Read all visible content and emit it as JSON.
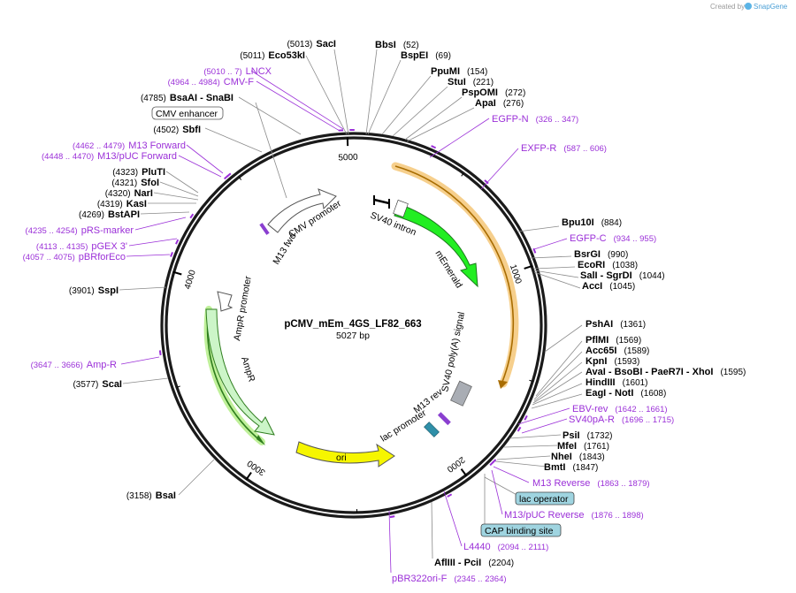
{
  "branding": {
    "created_by": "Created by",
    "product": "SnapGene"
  },
  "plasmid": {
    "name": "pCMV_mEm_4GS_LF82_663",
    "size_label": "5027 bp",
    "total_bp": 5027
  },
  "ticks": [
    {
      "label": "1000",
      "bp": 1000
    },
    {
      "label": "2000",
      "bp": 2000
    },
    {
      "label": "3000",
      "bp": 3000
    },
    {
      "label": "4000",
      "bp": 4000
    },
    {
      "label": "5000",
      "bp": 5000
    }
  ],
  "sites": [
    {
      "name": "SacI",
      "pos": "(5013)"
    },
    {
      "name": "Eco53kI",
      "pos": "(5011)"
    },
    {
      "name": "BsaAI - SnaBI",
      "pos": "(4785)"
    },
    {
      "name": "SbfI",
      "pos": "(4502)"
    },
    {
      "name": "PluTI",
      "pos": "(4323)"
    },
    {
      "name": "SfoI",
      "pos": "(4321)"
    },
    {
      "name": "NarI",
      "pos": "(4320)"
    },
    {
      "name": "KasI",
      "pos": "(4319)"
    },
    {
      "name": "BstAPI",
      "pos": "(4269)"
    },
    {
      "name": "SspI",
      "pos": "(3901)"
    },
    {
      "name": "ScaI",
      "pos": "(3577)"
    },
    {
      "name": "BsaI",
      "pos": "(3158)"
    },
    {
      "name": "BbsI",
      "pos": "(52)"
    },
    {
      "name": "BspEI",
      "pos": "(69)"
    },
    {
      "name": "PpuMI",
      "pos": "(154)"
    },
    {
      "name": "StuI",
      "pos": "(221)"
    },
    {
      "name": "PspOMI",
      "pos": "(272)"
    },
    {
      "name": "ApaI",
      "pos": "(276)"
    },
    {
      "name": "Bpu10I",
      "pos": "(884)"
    },
    {
      "name": "BsrGI",
      "pos": "(990)"
    },
    {
      "name": "EcoRI",
      "pos": "(1038)"
    },
    {
      "name": "SalI - SgrDI",
      "pos": "(1044)"
    },
    {
      "name": "AccI",
      "pos": "(1045)"
    },
    {
      "name": "PshAI",
      "pos": "(1361)"
    },
    {
      "name": "PflMI",
      "pos": "(1569)"
    },
    {
      "name": "Acc65I",
      "pos": "(1589)"
    },
    {
      "name": "KpnI",
      "pos": "(1593)"
    },
    {
      "name": "AvaI - BsoBI - PaeR7I - XhoI",
      "pos": "(1595)"
    },
    {
      "name": "HindIII",
      "pos": "(1601)"
    },
    {
      "name": "EagI - NotI",
      "pos": "(1608)"
    },
    {
      "name": "PsiI",
      "pos": "(1732)"
    },
    {
      "name": "MfeI",
      "pos": "(1761)"
    },
    {
      "name": "NheI",
      "pos": "(1843)"
    },
    {
      "name": "BmtI",
      "pos": "(1847)"
    },
    {
      "name": "AflIII - PciI",
      "pos": "(2204)"
    }
  ],
  "primers": [
    {
      "name": "LNCX",
      "pos": "(5010 .. 7)"
    },
    {
      "name": "CMV-F",
      "pos": "(4964 .. 4984)"
    },
    {
      "name": "M13 Forward",
      "pos": "(4462 .. 4479)"
    },
    {
      "name": "M13/pUC Forward",
      "pos": "(4448 .. 4470)"
    },
    {
      "name": "pRS-marker",
      "pos": "(4235 .. 4254)"
    },
    {
      "name": "pGEX 3'",
      "pos": "(4113 .. 4135)"
    },
    {
      "name": "pBRforEco",
      "pos": "(4057 .. 4075)"
    },
    {
      "name": "Amp-R",
      "pos": "(3647 .. 3666)"
    },
    {
      "name": "EGFP-N",
      "pos": "(326 .. 347)"
    },
    {
      "name": "EXFP-R",
      "pos": "(587 .. 606)"
    },
    {
      "name": "EGFP-C",
      "pos": "(934 .. 955)"
    },
    {
      "name": "EBV-rev",
      "pos": "(1642 .. 1661)"
    },
    {
      "name": "SV40pA-R",
      "pos": "(1696 .. 1715)"
    },
    {
      "name": "M13 Reverse",
      "pos": "(1863 .. 1879)"
    },
    {
      "name": "M13/pUC Reverse",
      "pos": "(1876 .. 1898)"
    },
    {
      "name": "L4440",
      "pos": "(2094 .. 2111)"
    },
    {
      "name": "pBR322ori-F",
      "pos": "(2345 .. 2364)"
    }
  ],
  "boxed_features": [
    {
      "name": "CMV enhancer",
      "fill": "#ffffff"
    },
    {
      "name": "lac operator",
      "fill": "#9fd4e0"
    },
    {
      "name": "CAP binding site",
      "fill": "#9fd4e0"
    }
  ],
  "features": [
    {
      "name": "CMV promoter",
      "color": "#ffffff"
    },
    {
      "name": "SV40 intron",
      "color": "#000000"
    },
    {
      "name": "mEmerald",
      "color": "#22ee22"
    },
    {
      "name": "SV40 poly(A) signal",
      "color": "#a9adb4"
    },
    {
      "name": "M13 rev",
      "color": "#8a3fd0"
    },
    {
      "name": "lac promoter",
      "color": "#2f8fa8"
    },
    {
      "name": "ori",
      "color": "#f6f600"
    },
    {
      "name": "AmpR",
      "color": "#ccf5c8"
    },
    {
      "name": "AmpR promoter",
      "color": "#ffffff"
    },
    {
      "name": "M13 fwd",
      "color": "#8a3fd0"
    }
  ],
  "colors": {
    "primer": "#9b30d8",
    "orf_highlight": "#f5c778",
    "orf_line": "#a86c00",
    "amp_highlight": "#b8ee8e",
    "amp_line": "#2e7d1e"
  }
}
